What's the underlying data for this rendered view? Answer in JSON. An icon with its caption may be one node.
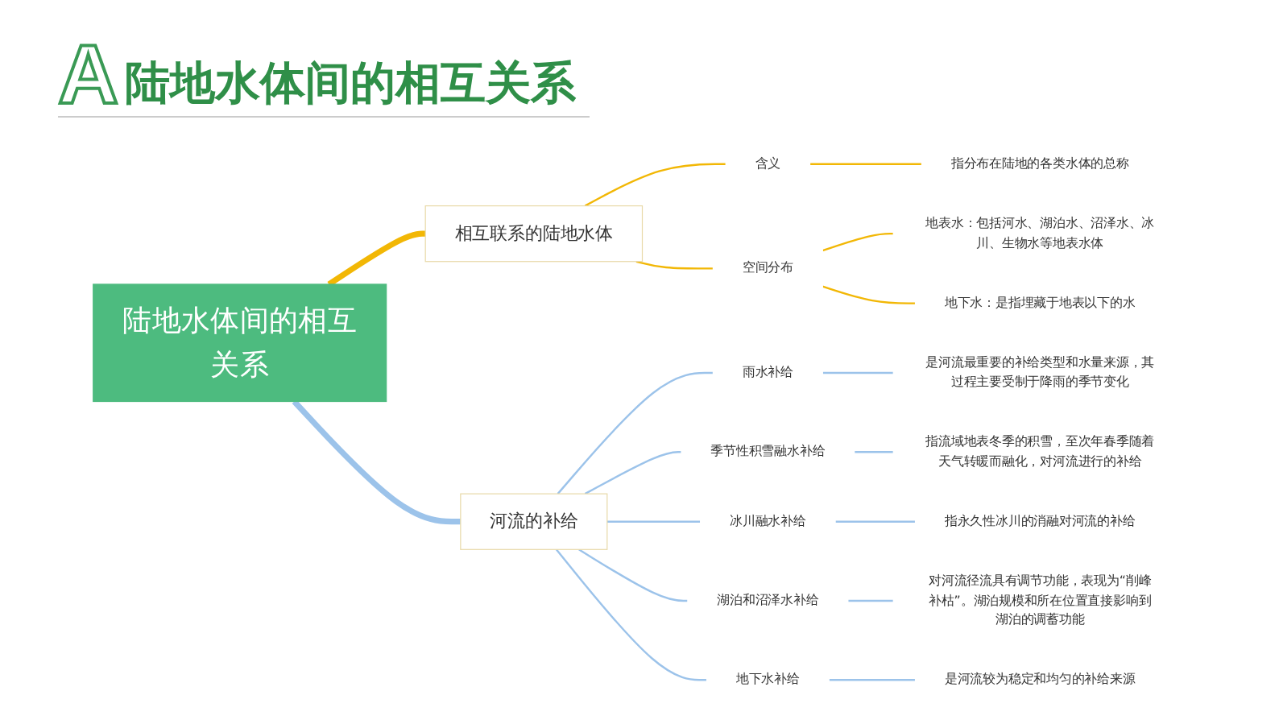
{
  "diagram": {
    "title": "陆地水体间的相互关系",
    "nodes": [
      {
        "text": [
          "陆地水体间的相互关系"
        ]
      },
      {
        "text": [
          "相互联系的陆地水体"
        ]
      },
      {
        "text": [
          "含义"
        ]
      },
      {
        "text": [
          "指分布在陆地的各类水体的总称"
        ]
      },
      {
        "text": [
          "空间分布"
        ]
      },
      {
        "text": [
          "地表水：包括河水、湖泊水、沼泽水、冰川、生物水等地表水体"
        ]
      },
      {
        "text": [
          "地下水：是指埋藏于地表以下的水"
        ]
      },
      {
        "text": [
          "河流的补给"
        ]
      },
      {
        "text": [
          "雨水补给"
        ]
      },
      {
        "text": [
          "是河流最重要的补给类型和水量来源，其过程主要受制于降雨的季节变化"
        ]
      },
      {
        "text": [
          "季节性积雪融水补给"
        ]
      },
      {
        "text": [
          "指流域地表冬季的积雪，至次年春季随着天气转暖而融化，对河流进行的补给"
        ]
      },
      {
        "text": [
          "冰川融水补给"
        ]
      },
      {
        "text": [
          "指永久性冰川的消融对河流的补给"
        ]
      },
      {
        "text": [
          "湖泊和沼泽水补给"
        ]
      },
      {
        "text": [
          "对河流径流具有调节功能，表现为“削峰补枯”。湖泊规模和所在位置直接影响到湖泊的调蓄功能"
        ]
      },
      {
        "text": [
          "地下水补给"
        ]
      },
      {
        "text": [
          "是河流较为稳定和均匀的补给来源"
        ]
      }
    ],
    "edges": [
      {
        "from": 0,
        "to": 1,
        "arrow": "none",
        "style": "thick",
        "color": "#f2b705"
      },
      {
        "from": 1,
        "to": 2,
        "arrow": "none",
        "color": "#f2b705"
      },
      {
        "from": 2,
        "to": 3,
        "arrow": "none",
        "color": "#f2b705"
      },
      {
        "from": 1,
        "to": 4,
        "arrow": "none",
        "color": "#f2b705"
      },
      {
        "from": 4,
        "to": 5,
        "arrow": "none",
        "color": "#f2b705"
      },
      {
        "from": 4,
        "to": 6,
        "arrow": "none",
        "color": "#f2b705"
      },
      {
        "from": 0,
        "to": 7,
        "arrow": "none",
        "style": "thick"
      },
      {
        "from": 7,
        "to": 8,
        "arrow": "none"
      },
      {
        "from": 8,
        "to": 9,
        "arrow": "none"
      },
      {
        "from": 7,
        "to": 10,
        "arrow": "none"
      },
      {
        "from": 10,
        "to": 11,
        "arrow": "none"
      },
      {
        "from": 7,
        "to": 12,
        "arrow": "none"
      },
      {
        "from": 12,
        "to": 13,
        "arrow": "none"
      },
      {
        "from": 7,
        "to": 14,
        "arrow": "none"
      },
      {
        "from": 14,
        "to": 15,
        "arrow": "none"
      },
      {
        "from": 7,
        "to": 16,
        "arrow": "none"
      },
      {
        "from": 16,
        "to": 17,
        "arrow": "none"
      }
    ],
    "labels": [
      "A"
    ]
  }
}
